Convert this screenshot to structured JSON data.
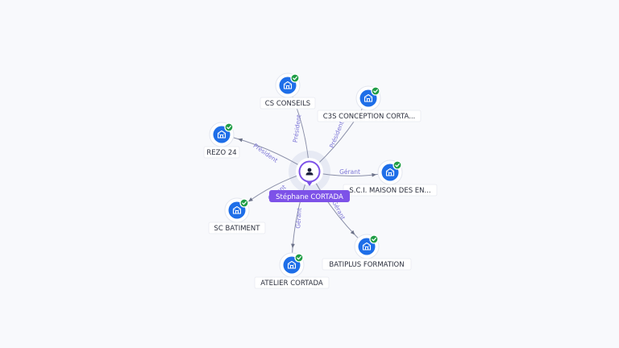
{
  "graph": {
    "center": {
      "name": "Stéphane CORTADA",
      "icon": "person-icon"
    },
    "companies": [
      {
        "id": "cs-conseils",
        "label": "CS CONSEILS",
        "relation": "Président",
        "verified": true
      },
      {
        "id": "c3s-conception",
        "label": "C3S CONCEPTION CORTA...",
        "relation": "Président",
        "verified": true
      },
      {
        "id": "rezo-24",
        "label": "REZO 24",
        "relation": "Président",
        "verified": true
      },
      {
        "id": "sci-maison",
        "label": "S.C.I. MAISON DES EN...",
        "relation": "Gérant",
        "verified": true
      },
      {
        "id": "sc-batiment",
        "label": "SC BATIMENT",
        "relation": "Gérant",
        "verified": true
      },
      {
        "id": "batiplus-formation",
        "label": "BATIPLUS FORMATION",
        "relation": "Gérant",
        "verified": true
      },
      {
        "id": "atelier-cortada",
        "label": "ATELIER CORTADA",
        "relation": "Gérant",
        "verified": true
      }
    ],
    "company_icon": "building-icon",
    "verified_icon": "check-badge-icon",
    "colors": {
      "center": "#7d52e8",
      "company": "#1e6ee8",
      "verified": "#1f9d45",
      "relation_text": "#7b74d6"
    }
  }
}
